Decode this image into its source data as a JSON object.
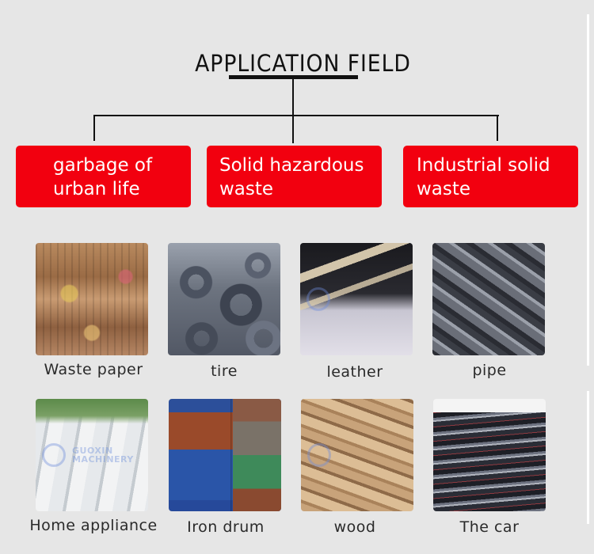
{
  "title": "APPLICATION FIELD",
  "colors": {
    "background": "#e6e6e6",
    "category_red": "#f2000f",
    "category_text": "#ffffff",
    "title_text": "#111111",
    "label_text": "#2a2a2a"
  },
  "categories": [
    {
      "line1": "garbage of",
      "line2": "urban life"
    },
    {
      "line1": "Solid hazardous",
      "line2": "waste"
    },
    {
      "line1": "Industrial solid",
      "line2": "waste"
    }
  ],
  "watermark": {
    "line1": "GUOXIN",
    "line2": "MACHINERY"
  },
  "materials": [
    {
      "label": "Waste paper",
      "image": "waste-paper-photo"
    },
    {
      "label": "tire",
      "image": "tire-photo"
    },
    {
      "label": "leather",
      "image": "leather-photo"
    },
    {
      "label": "pipe",
      "image": "pipe-photo"
    },
    {
      "label": "Home appliance",
      "image": "home-appliance-photo"
    },
    {
      "label": "Iron drum",
      "image": "iron-drum-photo"
    },
    {
      "label": "wood",
      "image": "wood-photo"
    },
    {
      "label": "The car",
      "image": "car-photo"
    }
  ]
}
